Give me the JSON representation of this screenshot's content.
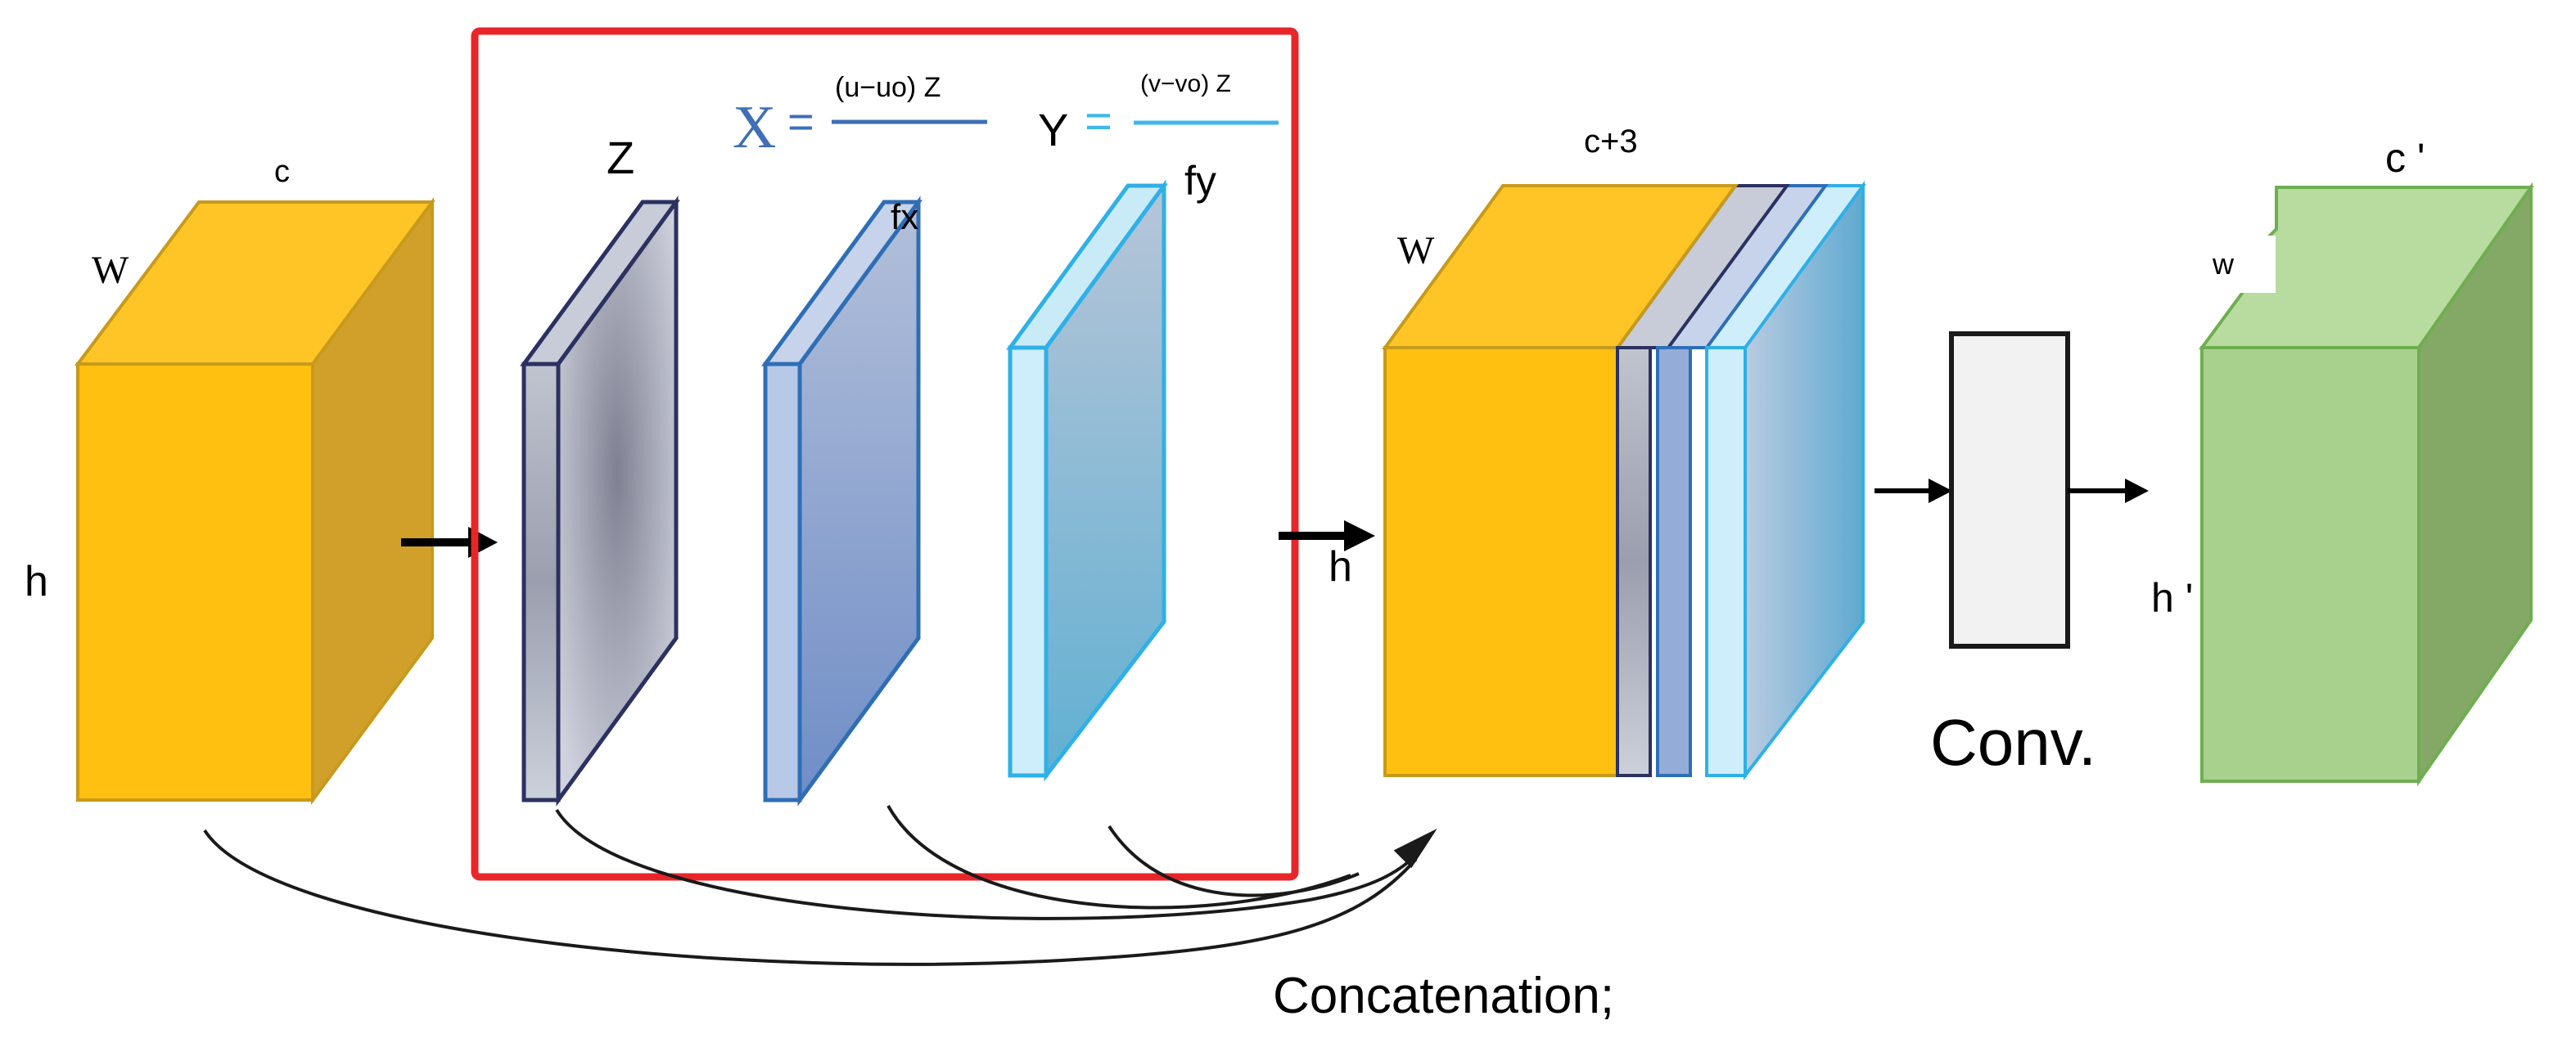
{
  "colors": {
    "orange_front": "#ffc010",
    "orange_top": "#ffc526",
    "orange_side": "#d1a02a",
    "orange_edge": "#c79a1c",
    "green_front": "#a9d18e",
    "green_top": "#b8dba0",
    "green_side": "#84a866",
    "green_edge": "#6fae50",
    "red_box": "#e8262a",
    "z_edge": "#2b3160",
    "fx_edge": "#2f6eb5",
    "fy_edge": "#2fb0e6",
    "formula_blue": "#3e6fb7",
    "formula_cyan": "#41b7e8"
  },
  "input_block": {
    "width_label": "W",
    "height_label": "h",
    "channel_label": "c"
  },
  "red_box": {
    "z_label": "Z",
    "fx_label": "fx",
    "fy_label": "fy",
    "formula_x": {
      "lhs": "X",
      "eq": "=",
      "numerator": "(u−uo) Z"
    },
    "formula_y": {
      "lhs": "Y",
      "eq": "=",
      "numerator": "(v−vo) Z"
    }
  },
  "concat_block": {
    "width_label": "W",
    "height_label": "h",
    "channel_label": "c+3"
  },
  "conv_box": {
    "label": "Conv."
  },
  "output_block": {
    "width_label": "w",
    "height_label": "h '",
    "channel_label": "c '"
  },
  "concat_label": "Concatenation;"
}
